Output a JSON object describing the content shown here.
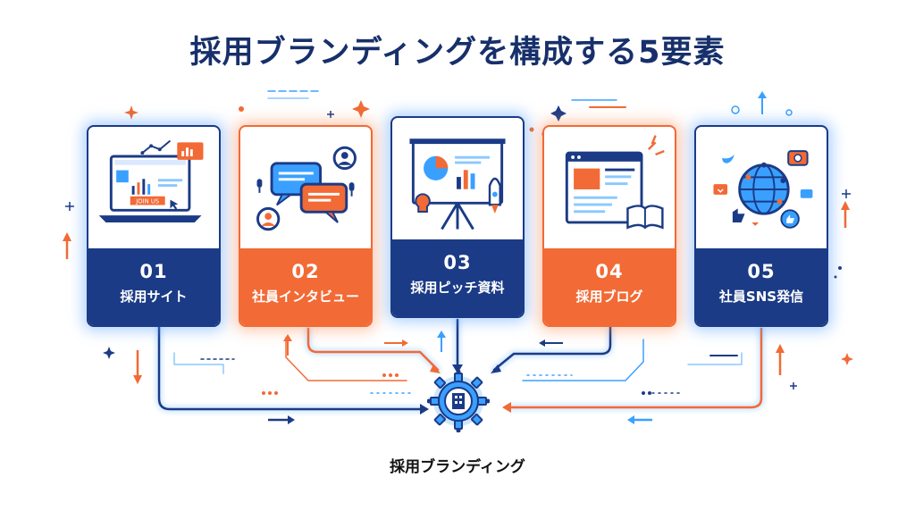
{
  "title": "採用ブランディングを構成する5要素",
  "hub": {
    "label": "採用ブランディング",
    "icon": "gear-building-icon"
  },
  "colors": {
    "navy": "#1b3b86",
    "orange": "#f26a35",
    "title": "#17306b",
    "glow_blue": "#3aa0ff"
  },
  "elements": [
    {
      "num": "01",
      "label": "採用サイト",
      "color": "navy",
      "icon": "laptop-website-icon",
      "button_text": "JOIN US"
    },
    {
      "num": "02",
      "label": "社員インタビュー",
      "color": "orange",
      "icon": "interview-chat-icon"
    },
    {
      "num": "03",
      "label": "採用ピッチ資料",
      "color": "navy",
      "icon": "presentation-board-icon"
    },
    {
      "num": "04",
      "label": "採用ブログ",
      "color": "orange",
      "icon": "blog-article-icon"
    },
    {
      "num": "05",
      "label": "社員SNS発信",
      "color": "navy",
      "icon": "social-globe-icon"
    }
  ]
}
